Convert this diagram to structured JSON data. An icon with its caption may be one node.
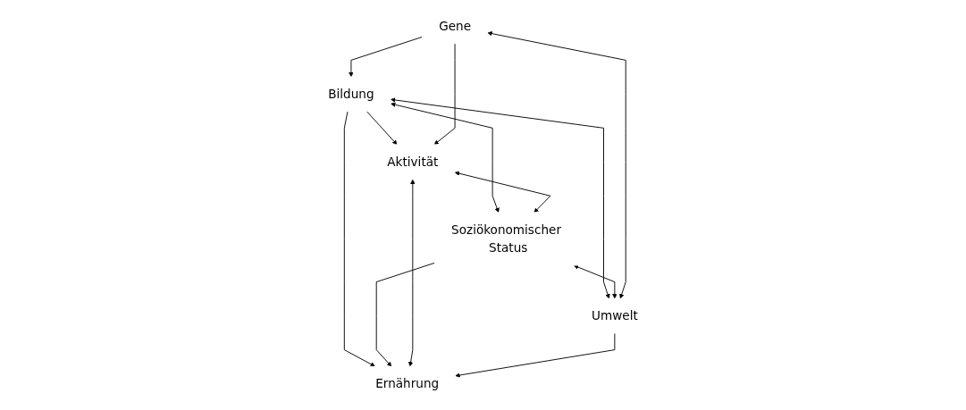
{
  "diagram": {
    "nodes": [
      {
        "text": [
          "Bildung"
        ]
      },
      {
        "text": [
          "Soziökonomischer Status"
        ]
      },
      {
        "text": [
          "Aktivität"
        ]
      },
      {
        "text": [
          "Ernährung"
        ]
      },
      {
        "text": [
          "Gene"
        ]
      },
      {
        "text": [
          "Umwelt"
        ]
      }
    ],
    "edges": [
      {
        "from": 0,
        "to": 1,
        "arrow": "both"
      },
      {
        "from": 0,
        "to": 2,
        "arrow": "to"
      },
      {
        "from": 0,
        "to": 3,
        "arrow": "to"
      },
      {
        "from": 0,
        "to": 5,
        "arrow": "both"
      },
      {
        "from": 2,
        "to": 1,
        "arrow": "both"
      },
      {
        "from": 1,
        "to": 3,
        "arrow": "to"
      },
      {
        "from": 1,
        "to": 5,
        "arrow": "both"
      },
      {
        "from": 2,
        "to": 3,
        "arrow": "both"
      },
      {
        "from": 4,
        "to": 0,
        "arrow": "to"
      },
      {
        "from": 4,
        "to": 2,
        "arrow": "to"
      },
      {
        "from": 4,
        "to": 5,
        "arrow": "both"
      },
      {
        "from": 5,
        "to": 3,
        "arrow": "to"
      }
    ]
  }
}
